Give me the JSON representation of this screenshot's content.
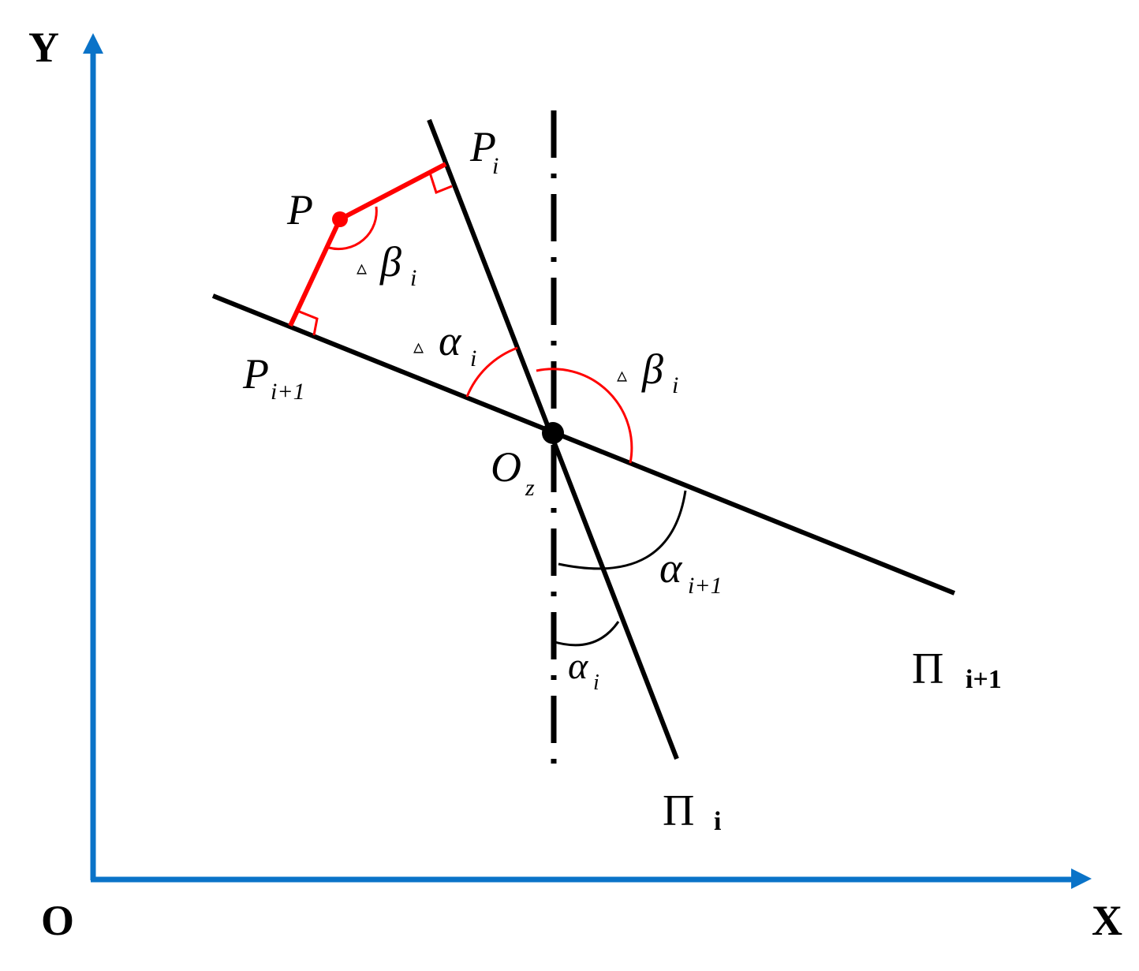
{
  "colors": {
    "axis": "#0a73c8",
    "construct": "#ff0000",
    "line": "#000000",
    "background": "#ffffff"
  },
  "axes": {
    "x_label": "X",
    "y_label": "Y",
    "origin_label": "O"
  },
  "planes": {
    "pi_i": {
      "symbol": "Π",
      "sub": "i"
    },
    "pi_i1": {
      "symbol": "Π",
      "sub": "i+1"
    }
  },
  "points": {
    "p": {
      "base": "P"
    },
    "p_i": {
      "base": "P",
      "sub": "i"
    },
    "p_i1": {
      "base": "P",
      "sub": "i+1"
    },
    "o_z": {
      "base": "O",
      "sub": "z"
    }
  },
  "angles": {
    "delta_beta_small": {
      "prefix": "▵",
      "base": "β",
      "sub": "i"
    },
    "delta_alpha": {
      "prefix": "▵",
      "base": "α",
      "sub": "i"
    },
    "delta_beta_large": {
      "prefix": "▵",
      "base": "β",
      "sub": "i"
    },
    "alpha_i1": {
      "base": "α",
      "sub": "i+1"
    },
    "alpha_i": {
      "base": "α",
      "sub": "i"
    }
  }
}
